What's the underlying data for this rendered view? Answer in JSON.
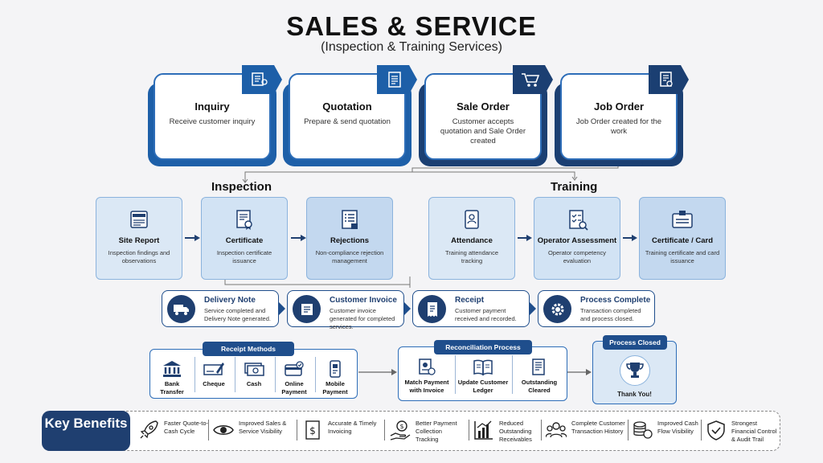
{
  "header": {
    "title": "SALES & SERVICE",
    "subtitle": "(Inspection & Training Services)"
  },
  "stages": [
    {
      "title": "Inquiry",
      "desc": "Receive customer inquiry",
      "icon": "inquiry-form-icon",
      "color": "#1d5fa8"
    },
    {
      "title": "Quotation",
      "desc": "Prepare & send quotation",
      "icon": "quotation-document-icon",
      "color": "#1d5fa8"
    },
    {
      "title": "Sale Order",
      "desc": "Customer accepts quotation and Sale Order created",
      "icon": "shopping-cart-icon",
      "color": "#1b3f72"
    },
    {
      "title": "Job Order",
      "desc": "Job Order created for the work",
      "icon": "job-order-document-icon",
      "color": "#1b3f72"
    }
  ],
  "sections": {
    "inspection": "Inspection",
    "training": "Training"
  },
  "inspection_steps": [
    {
      "title": "Site Report",
      "desc": "Inspection findings and observations",
      "icon": "report-icon"
    },
    {
      "title": "Certificate",
      "desc": "Inspection certificate issuance",
      "icon": "certificate-icon"
    },
    {
      "title": "Rejections",
      "desc": "Non-compliance rejection management",
      "icon": "checklist-icon"
    }
  ],
  "training_steps": [
    {
      "title": "Attendance",
      "desc": "Training attendance tracking",
      "icon": "attendance-badge-icon"
    },
    {
      "title": "Operator Assessment",
      "desc": "Operator competency evaluation",
      "icon": "assessment-checklist-icon"
    },
    {
      "title": "Certificate / Card",
      "desc": "Training certificate and card issuance",
      "icon": "id-card-icon"
    }
  ],
  "completion_steps": [
    {
      "title": "Delivery Note",
      "desc": "Service completed and Delivery Note generated.",
      "icon": "delivery-truck-icon"
    },
    {
      "title": "Customer Invoice",
      "desc": "Customer invoice generated for completed services.",
      "icon": "invoice-icon"
    },
    {
      "title": "Receipt",
      "desc": "Customer payment received and recorded.",
      "icon": "receipt-icon"
    },
    {
      "title": "Process Complete",
      "desc": "Transaction completed and process closed.",
      "icon": "gear-check-icon"
    }
  ],
  "receipt_methods": {
    "heading": "Receipt Methods",
    "items": [
      {
        "label": "Bank Transfer",
        "icon": "bank-icon"
      },
      {
        "label": "Cheque",
        "icon": "cheque-icon"
      },
      {
        "label": "Cash",
        "icon": "cash-icon"
      },
      {
        "label": "Online Payment",
        "icon": "online-card-icon"
      },
      {
        "label": "Mobile Payment",
        "icon": "mobile-payment-icon"
      }
    ]
  },
  "reconciliation": {
    "heading": "Reconciliation Process",
    "items": [
      {
        "label": "Match Payment with Invoice",
        "icon": "match-payment-icon"
      },
      {
        "label": "Update Customer Ledger",
        "icon": "ledger-book-icon"
      },
      {
        "label": "Outstanding Cleared",
        "icon": "cleared-document-icon"
      }
    ]
  },
  "closed": {
    "heading": "Process Closed",
    "label": "Thank You!",
    "icon": "trophy-icon"
  },
  "key_benefits": {
    "heading": "Key Benefits",
    "items": [
      {
        "text": "Faster Quote-to-Cash Cycle",
        "icon": "rocket-icon"
      },
      {
        "text": "Improved Sales & Service Visibility",
        "icon": "eye-icon"
      },
      {
        "text": "Accurate & Timely Invoicing",
        "icon": "dollar-document-icon"
      },
      {
        "text": "Better Payment Collection Tracking",
        "icon": "hand-coin-icon"
      },
      {
        "text": "Reduced Outstanding Receivables",
        "icon": "bar-chart-icon"
      },
      {
        "text": "Complete Customer Transaction History",
        "icon": "users-icon"
      },
      {
        "text": "Improved Cash Flow Visibility",
        "icon": "coins-icon"
      },
      {
        "text": "Strongest Financial Control & Audit Trail",
        "icon": "shield-check-icon"
      }
    ]
  }
}
